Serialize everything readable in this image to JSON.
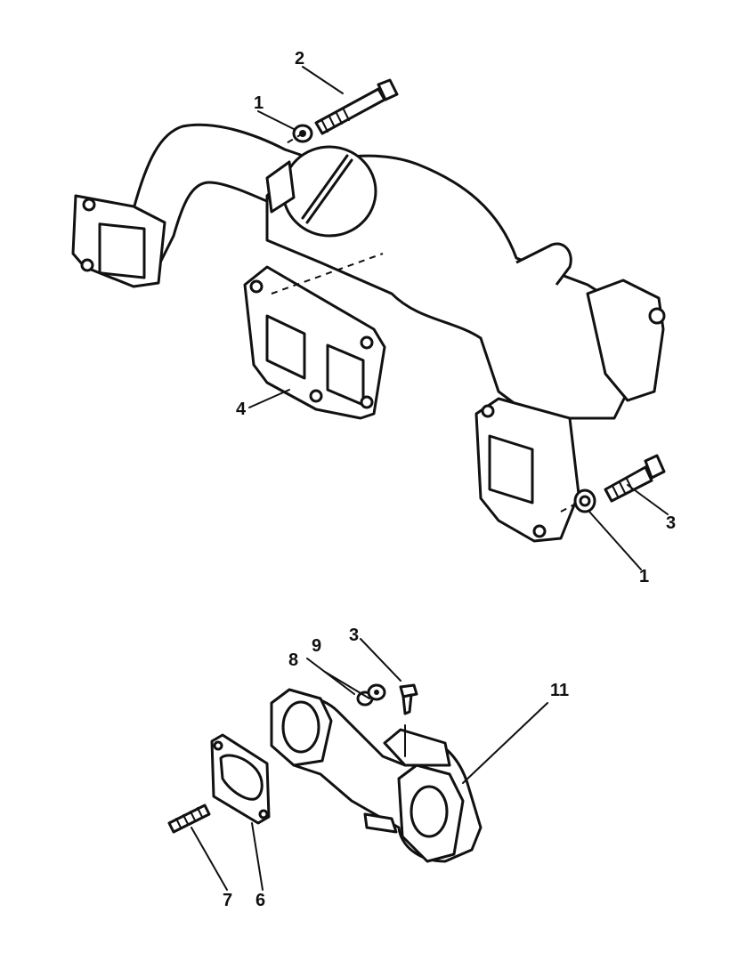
{
  "callouts": {
    "upper_1a": "1",
    "upper_2": "2",
    "upper_4": "4",
    "upper_3": "3",
    "upper_1b": "1",
    "lower_3": "3",
    "lower_9": "9",
    "lower_8": "8",
    "lower_11": "11",
    "lower_7": "7",
    "lower_6": "6"
  }
}
